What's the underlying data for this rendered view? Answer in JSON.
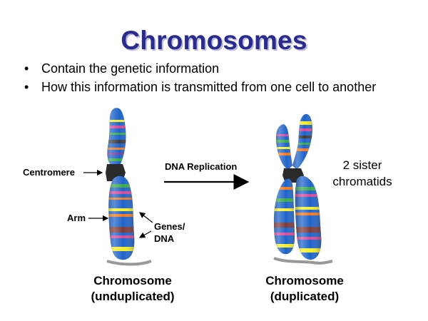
{
  "slide": {
    "title": "Chromosomes",
    "bullets": [
      "Contain the genetic information",
      "How this information is transmitted from one cell to another"
    ]
  },
  "diagram": {
    "labels": {
      "centromere": "Centromere",
      "arm": "Arm",
      "genes_line1": "Genes/",
      "genes_line2": "DNA",
      "replication": "DNA Replication",
      "sister_line1": "2 sister",
      "sister_line2": "chromatids"
    },
    "captions": {
      "unduplicated_line1": "Chromosome",
      "unduplicated_line2": "(unduplicated)",
      "duplicated_line1": "Chromosome",
      "duplicated_line2": "(duplicated)"
    }
  },
  "colors": {
    "title": "#2a2a8f",
    "chromatid_blue": "#1f63c9",
    "centromere": "#2b2b2b",
    "band_yellow": "#f2ee2e",
    "band_orange": "#f07a22",
    "band_pink": "#d24a9a",
    "band_green": "#3aa84a",
    "band_purple": "#7c3fa0"
  }
}
